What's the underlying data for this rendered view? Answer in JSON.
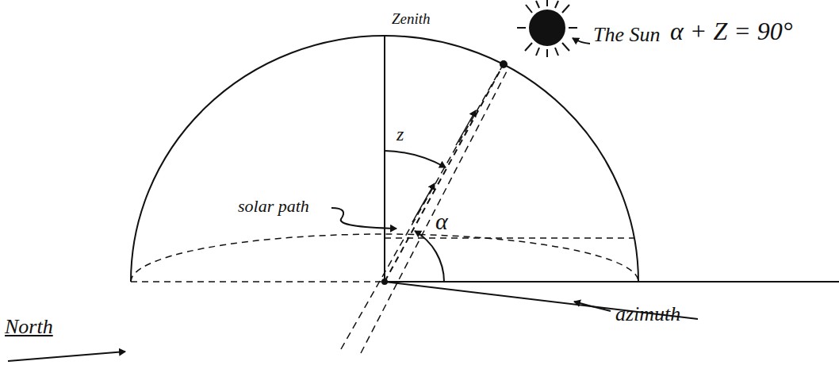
{
  "diagram": {
    "labels": [
      "The Sun",
      "Zenith",
      "z",
      "solar path",
      "α + Z = 90°",
      "α",
      "azimuth",
      "North"
    ]
  }
}
